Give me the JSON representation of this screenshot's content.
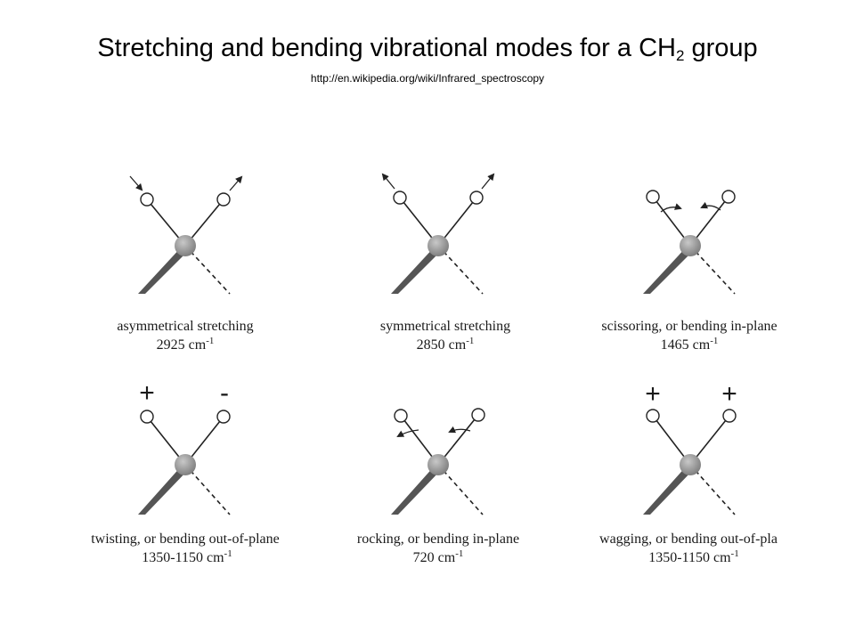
{
  "title": {
    "main": "Stretching and bending vibrational modes for a CH",
    "subscript": "2",
    "suffix": " group"
  },
  "source": "http://en.wikipedia.org/wiki/Infrared_spectroscopy",
  "modes": [
    {
      "name": "asymmetrical stretching",
      "wavenumber": "2925 cm",
      "unit_exp": "-1"
    },
    {
      "name": "symmetrical stretching",
      "wavenumber": "2850 cm",
      "unit_exp": "-1"
    },
    {
      "name": "scissoring, or bending in-plane",
      "wavenumber": "1465 cm",
      "unit_exp": "-1"
    },
    {
      "name": "twisting, or bending out-of-plane",
      "wavenumber": "1350-1150 cm",
      "unit_exp": "-1",
      "signs": [
        "+",
        "-"
      ]
    },
    {
      "name": "rocking, or bending in-plane",
      "wavenumber": "720 cm",
      "unit_exp": "-1"
    },
    {
      "name": "wagging, or bending out-of-pla",
      "wavenumber": "1350-1150 cm",
      "unit_exp": "-1",
      "signs": [
        "+",
        "+"
      ]
    }
  ],
  "colors": {
    "carbon": "#8c8c8c",
    "bond": "#222222",
    "wedge": "#555555"
  }
}
